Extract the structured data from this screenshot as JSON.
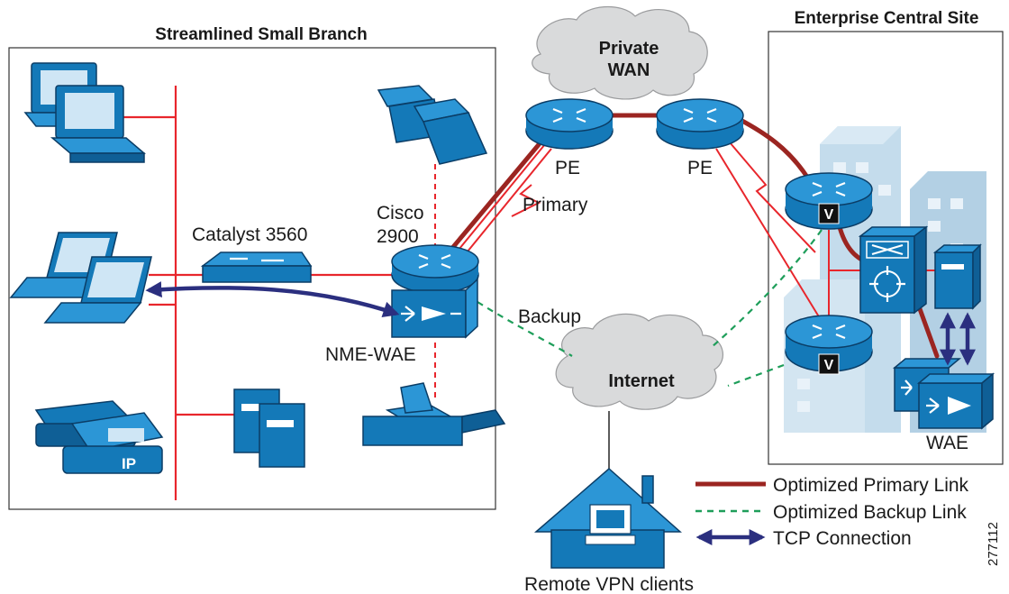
{
  "regions": {
    "branch_title": "Streamlined Small Branch",
    "central_title": "Enterprise Central Site"
  },
  "clouds": {
    "private_wan_line1": "Private",
    "private_wan_line2": "WAN",
    "internet": "Internet"
  },
  "devices": {
    "catalyst": "Catalyst 3560",
    "cisco_line1": "Cisco",
    "cisco_line2": "2900",
    "nme_wae": "NME-WAE",
    "pe_left": "PE",
    "pe_right": "PE",
    "wae": "WAE",
    "remote": "Remote VPN clients",
    "phone_badge": "IP",
    "vpn_badge": "V"
  },
  "links": {
    "primary": "Primary",
    "backup": "Backup"
  },
  "legend": {
    "primary": "Optimized Primary Link",
    "backup": "Optimized Backup Link",
    "tcp": "TCP Connection"
  },
  "figure_id": "277112",
  "colors": {
    "device_blue": "#1479b8",
    "lan_red": "#e8262c",
    "primary_link": "#9b2521",
    "backup_link": "#1e9e5a",
    "tcp_arrow": "#2b2f7f",
    "cloud_gray": "#d9dadb",
    "building_blue": "#c4dcec"
  }
}
